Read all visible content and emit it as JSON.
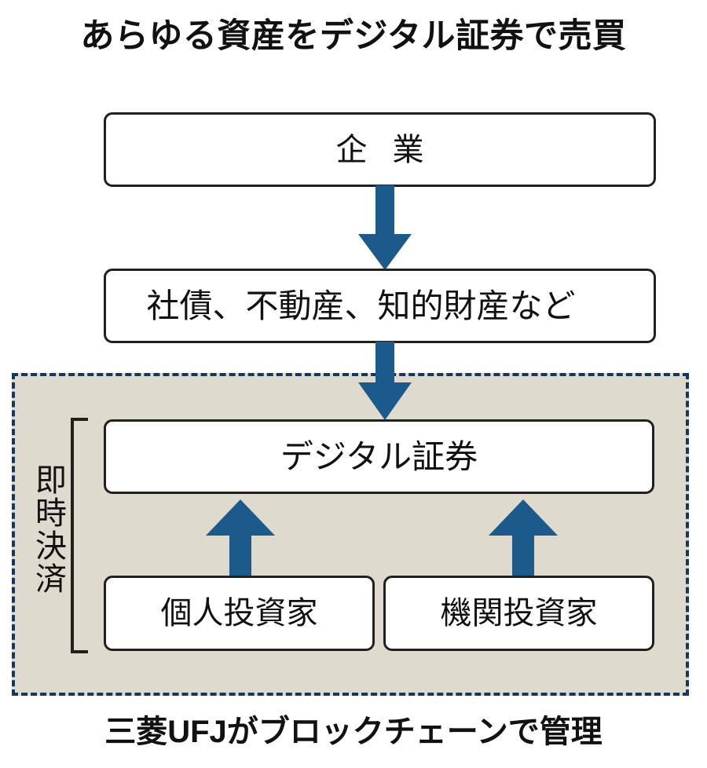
{
  "title": "あらゆる資産をデジタル証券で売買",
  "caption": "三菱UFJがブロックチェーンで管理",
  "boxes": {
    "company": "企業",
    "assets": "社債、不動産、知的財産など",
    "digital_securities": "デジタル証券",
    "retail_investor": "個人投資家",
    "institutional_investor": "機関投資家"
  },
  "bracket_label": "即時決済",
  "colors": {
    "arrow": "#1d5a8c",
    "dashed_border": "#17365d",
    "shaded_background": "#dedacd",
    "box_border": "#231f1c",
    "text": "#111111",
    "page_background": "#ffffff"
  },
  "icons": {
    "arrow_down": "arrow-down-icon",
    "arrow_up": "arrow-up-icon"
  }
}
